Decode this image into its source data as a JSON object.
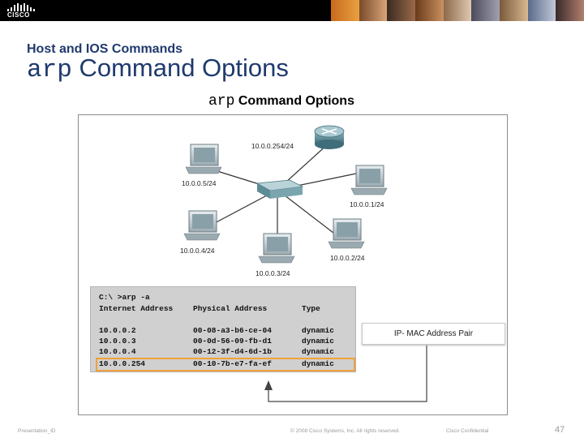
{
  "header": {
    "logo_text": "CISCO"
  },
  "slide": {
    "section": "Host and IOS Commands",
    "title_mono": "arp",
    "title_rest": "Command Options",
    "figure_caption_mono": "arp",
    "figure_caption_rest": "Command Options"
  },
  "diagram": {
    "router_ip": "10.0.0.254/24",
    "hosts": [
      "10.0.0.5/24",
      "10.0.0.1/24",
      "10.0.0.4/24",
      "10.0.0.3/24",
      "10.0.0.2/24"
    ],
    "callout": "IP- MAC Address Pair",
    "highlight_color": "#f0a13a"
  },
  "terminal": {
    "prompt": "C:\\ >arp -a",
    "headers": [
      "Internet Address",
      "Physical Address",
      "Type"
    ],
    "rows": [
      [
        "10.0.0.2",
        "00-08-a3-b6-ce-04",
        "dynamic"
      ],
      [
        "10.0.0.3",
        "00-0d-56-09-fb-d1",
        "dynamic"
      ],
      [
        "10.0.0.4",
        "00-12-3f-d4-6d-1b",
        "dynamic"
      ],
      [
        "10.0.0.254",
        "00-10-7b-e7-fa-ef",
        "dynamic"
      ]
    ]
  },
  "footer": {
    "presentation": "Presentation_ID",
    "copyright": "© 2008 Cisco Systems, Inc. All rights reserved.",
    "confidential": "Cisco Confidential",
    "page": "47"
  }
}
